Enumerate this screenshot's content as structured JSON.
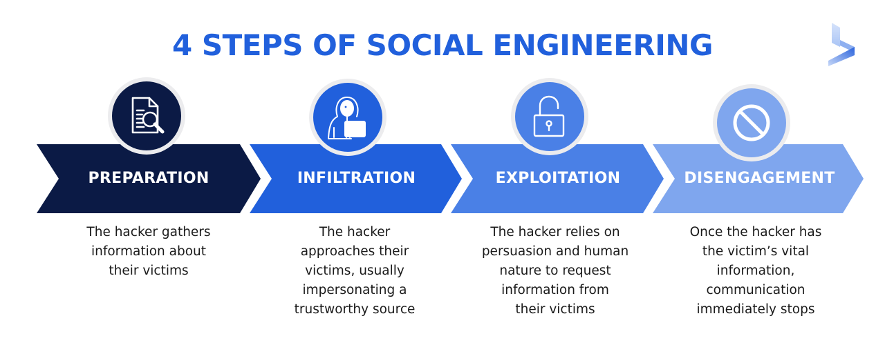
{
  "title": "4 STEPS OF SOCIAL ENGINEERING",
  "logo": {
    "icon": "brand-chevron-logo-icon"
  },
  "colors": {
    "title": "#2160dc",
    "step1": "#0b1a45",
    "step2": "#2160dc",
    "step3": "#4a80e6",
    "step4": "#7fa6ee",
    "ring": "#ececee",
    "text": "#1a1a1a"
  },
  "steps": [
    {
      "label": "PREPARATION",
      "icon": "document-search-icon",
      "description": "The hacker gathers\ninformation about\ntheir victims"
    },
    {
      "label": "INFILTRATION",
      "icon": "hooded-hacker-laptop-icon",
      "description": "The hacker\napproaches their\nvictims, usually\nimpersonating a\ntrustworthy source"
    },
    {
      "label": "EXPLOITATION",
      "icon": "unlocked-padlock-icon",
      "description": "The hacker relies on\npersuasion and human\nnature to request\ninformation from\ntheir victims"
    },
    {
      "label": "DISENGAGEMENT",
      "icon": "prohibited-icon",
      "description": "Once the hacker has\nthe victim’s vital\ninformation,\ncommunication\nimmediately stops"
    }
  ]
}
